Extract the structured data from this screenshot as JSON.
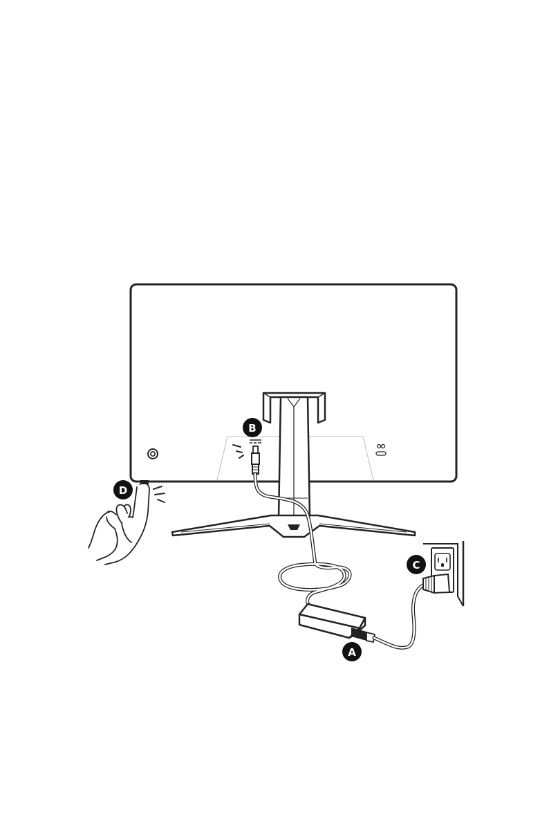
{
  "callouts": {
    "a": "A",
    "b": "B",
    "c": "C",
    "d": "D"
  },
  "icons": {
    "power_button": "power-button-icon",
    "lock_slot": "kensington-lock-icon",
    "dc_symbol": "dc-power-symbol-icon",
    "hand": "hand-pressing-icon"
  },
  "colors": {
    "line": "#222222",
    "callout_fill": "#111111",
    "callout_text": "#ffffff",
    "panel_guides": "#bbbbbb"
  }
}
